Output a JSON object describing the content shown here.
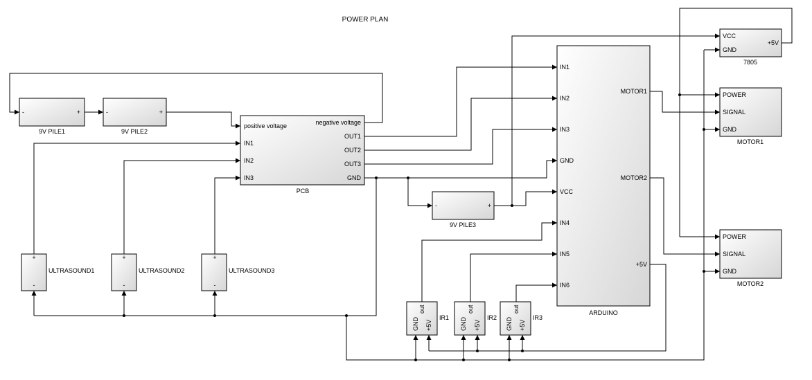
{
  "title": "POWER PLAN",
  "blocks": {
    "pile1": {
      "name": "9V PILE1",
      "minus": "-",
      "plus": "+"
    },
    "pile2": {
      "name": "9V PILE2",
      "minus": "-",
      "plus": "+"
    },
    "pile3": {
      "name": "9V PILE3",
      "minus": "-",
      "plus": "+"
    },
    "pcb": {
      "name": "PCB",
      "inputs": [
        "positive voltage",
        "IN1",
        "IN2",
        "IN3"
      ],
      "outputs": [
        "negative voltage",
        "OUT1",
        "OUT2",
        "OUT3",
        "GND"
      ]
    },
    "arduino": {
      "name": "ARDUINO",
      "inputs": [
        "IN1",
        "IN2",
        "IN3",
        "GND",
        "VCC",
        "IN4",
        "IN5",
        "IN6"
      ],
      "outputs": [
        "MOTOR1",
        "MOTOR2",
        "+5V"
      ]
    },
    "regulator": {
      "name": "7805",
      "inputs": [
        "VCC",
        "GND"
      ],
      "output": "+5V"
    },
    "motor1": {
      "name": "MOTOR1",
      "inputs": [
        "POWER",
        "SIGNAL",
        "GND"
      ]
    },
    "motor2": {
      "name": "MOTOR2",
      "inputs": [
        "POWER",
        "SIGNAL",
        "GND"
      ]
    },
    "ultrasound1": {
      "name": "ULTRASOUND1",
      "plus": "+",
      "minus": "-"
    },
    "ultrasound2": {
      "name": "ULTRASOUND2",
      "plus": "+",
      "minus": "-"
    },
    "ultrasound3": {
      "name": "ULTRASOUND3",
      "plus": "+",
      "minus": "-"
    },
    "ir1": {
      "name": "IR1",
      "ports": [
        "GND",
        "+5V",
        "out"
      ]
    },
    "ir2": {
      "name": "IR2",
      "ports": [
        "GND",
        "+5V",
        "out"
      ]
    },
    "ir3": {
      "name": "IR3",
      "ports": [
        "GND",
        "+5V",
        "out"
      ]
    }
  }
}
